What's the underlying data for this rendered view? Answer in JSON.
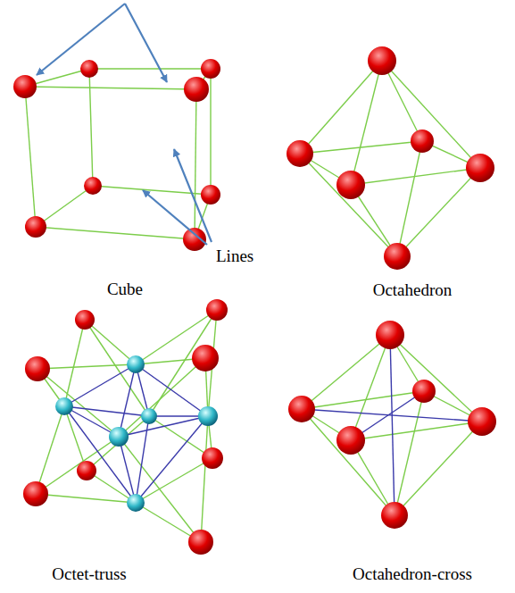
{
  "diagram": {
    "labels": [
      "Lines",
      "Cube",
      "Octahedron",
      "Octet-truss",
      "Octahedron-cross"
    ]
  }
}
